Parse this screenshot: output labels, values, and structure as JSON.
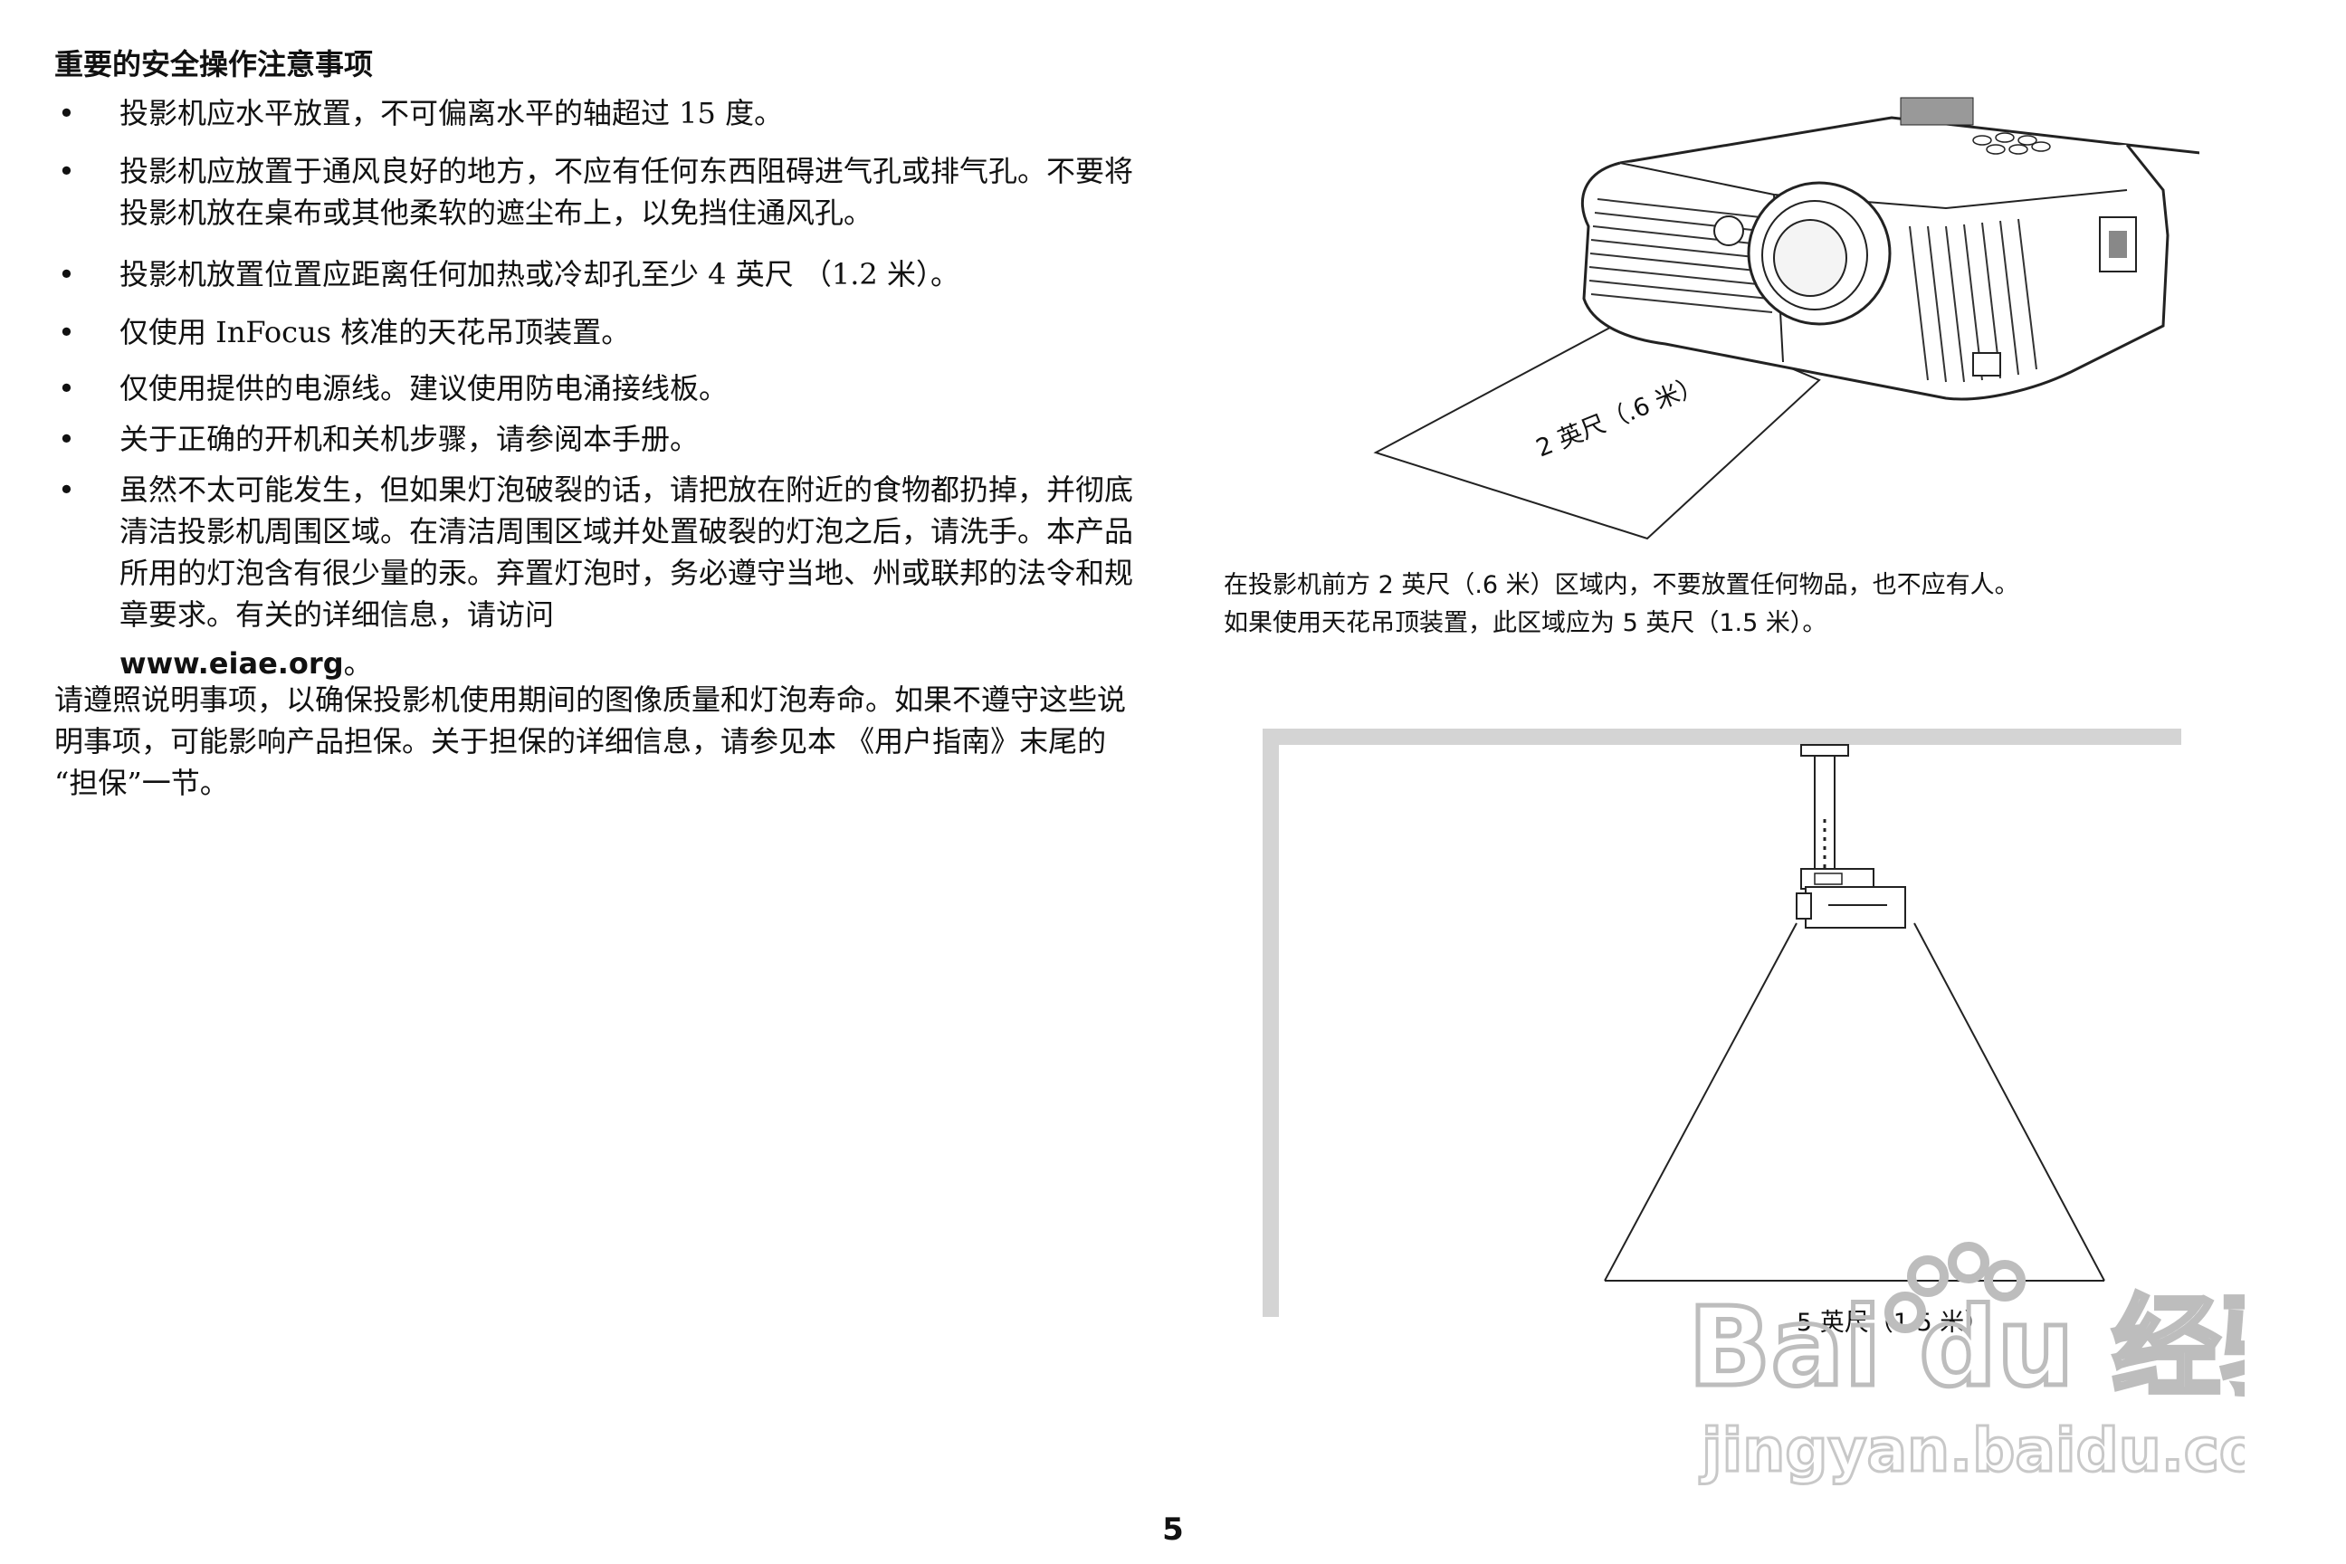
{
  "heading": "重要的安全操作注意事项",
  "bullet_symbol": "•",
  "bullets": [
    "投影机应水平放置，不可偏离水平的轴超过 15 度。",
    "投影机应放置于通风良好的地方，不应有任何东西阻碍进气孔或排气孔。不要将投影机放在桌布或其他柔软的遮尘布上，以免挡住通风孔。",
    "投影机放置位置应距离任何加热或冷却孔至少 4 英尺 （1.2 米）。",
    "仅使用 InFocus 核准的天花吊顶装置。",
    "仅使用提供的电源线。建议使用防电涌接线板。",
    "关于正确的开机和关机步骤，请参阅本手册。",
    "虽然不太可能发生，但如果灯泡破裂的话，请把放在附近的食物都扔掉，并彻底清洁投影机周围区域。在清洁周围区域并处置破裂的灯泡之后，请洗手。本产品所用的灯泡含有很少量的汞。弃置灯泡时，务必遵守当地、州或联邦的法令和规章要求。有关的详细信息，请访问"
  ],
  "url": "www.eiae.org",
  "url_suffix": "。",
  "paragraph": "请遵照说明事项，以确保投影机使用期间的图像质量和灯泡寿命。如果不遵守这些说明事项，可能影响产品担保。关于担保的详细信息，请参见本 《用户指南》末尾的 “担保”一节。",
  "illustration_top": {
    "icon": "projector-on-table",
    "label": "2 英尺（.6 米）"
  },
  "caption": {
    "line1": "在投影机前方 2 英尺（.6 米）区域内，不要放置任何物品，也不应有人。",
    "line2": "如果使用天花吊顶装置，此区域应为 5 英尺（1.5 米）。"
  },
  "illustration_bottom": {
    "icon": "ceiling-mounted-projector",
    "label": "5 英尺（1.5 米）"
  },
  "watermark": {
    "logo": "Bai du 经验",
    "url": "jingyan.baidu.com"
  },
  "page_number": "5"
}
